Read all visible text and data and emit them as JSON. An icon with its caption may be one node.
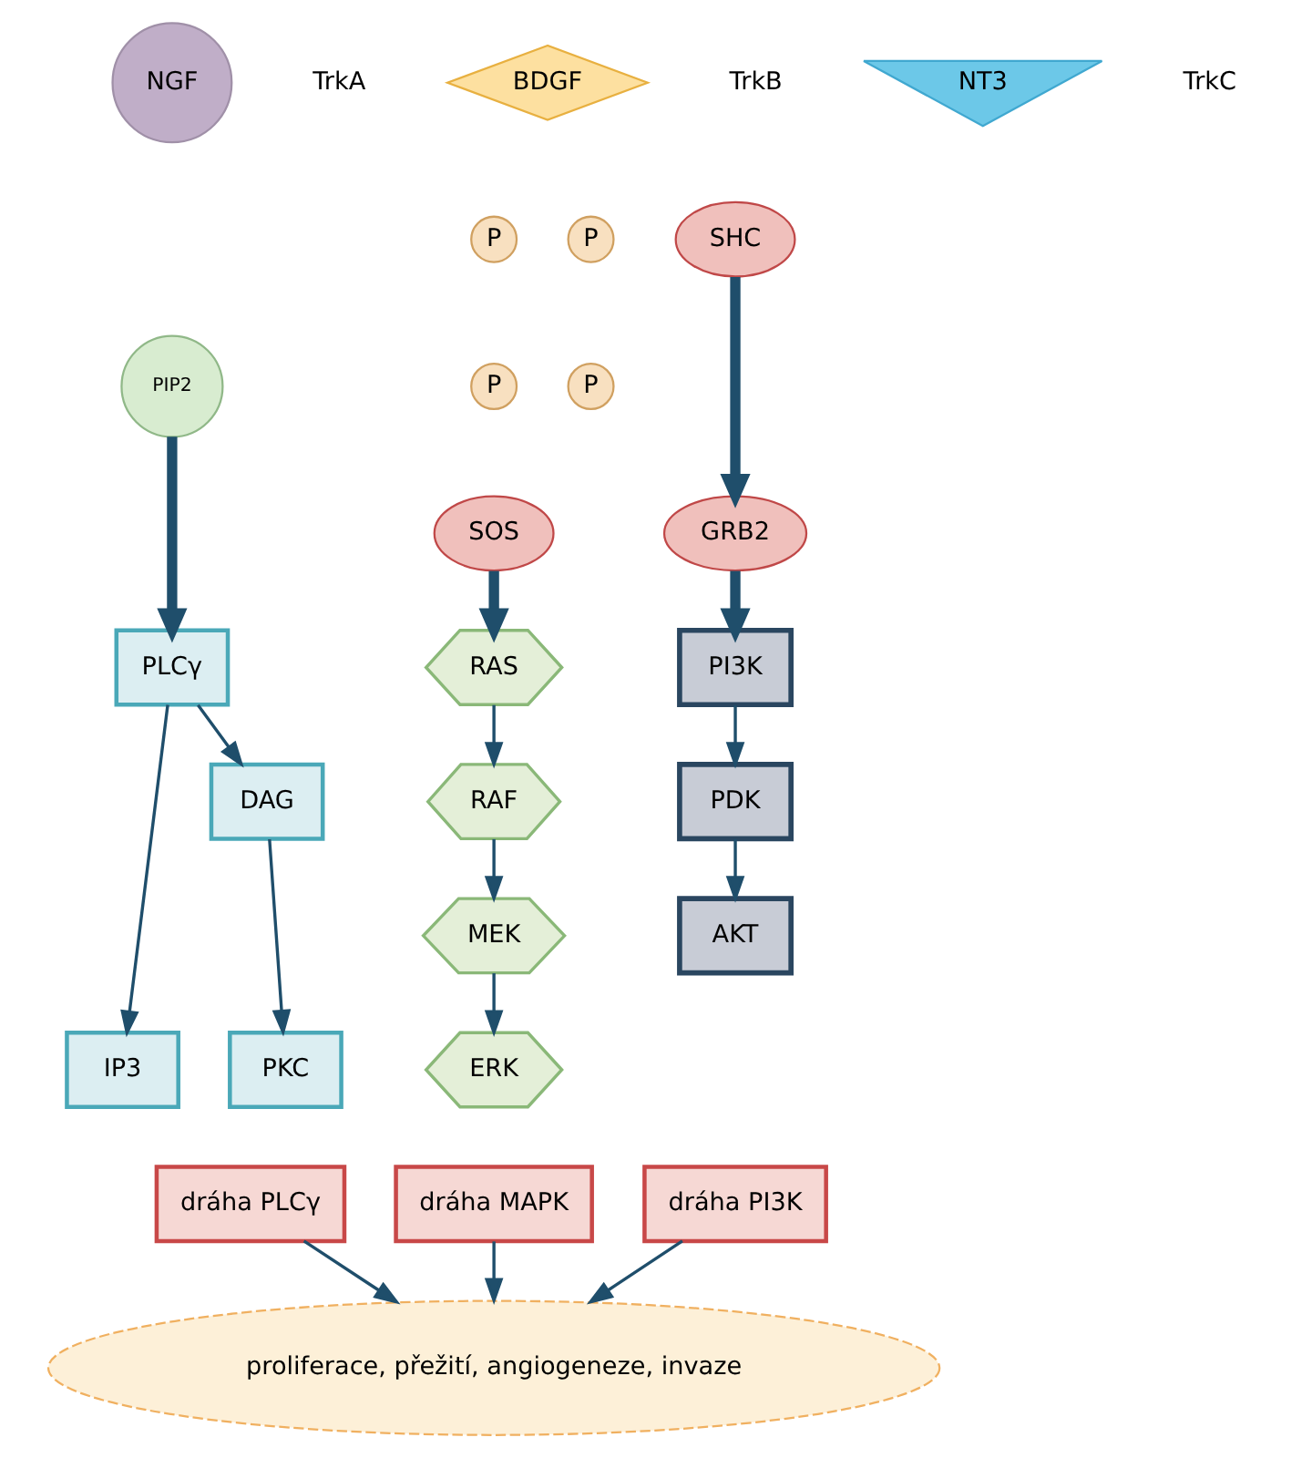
{
  "diagram": {
    "nodes": [
      {
        "text": [
          "NGF"
        ]
      },
      {
        "text": [
          "BDGF"
        ]
      },
      {
        "text": [
          "NT3"
        ]
      },
      {
        "text": [
          "PIP2"
        ]
      },
      {
        "text": [
          "P"
        ]
      },
      {
        "text": [
          "P"
        ]
      },
      {
        "text": [
          "P"
        ]
      },
      {
        "text": [
          "P"
        ]
      },
      {
        "text": [
          "SHC"
        ]
      },
      {
        "text": [
          "SOS"
        ]
      },
      {
        "text": [
          "GRB2"
        ]
      },
      {
        "text": [
          "PLCγ"
        ]
      },
      {
        "text": [
          "IP3"
        ]
      },
      {
        "text": [
          "DAG"
        ]
      },
      {
        "text": [
          "PKC"
        ]
      },
      {
        "text": [
          "RAS"
        ]
      },
      {
        "text": [
          "RAF"
        ]
      },
      {
        "text": [
          "MEK"
        ]
      },
      {
        "text": [
          "ERK"
        ]
      },
      {
        "text": [
          "PI3K"
        ]
      },
      {
        "text": [
          "PDK"
        ]
      },
      {
        "text": [
          "AKT"
        ]
      },
      {
        "text": [
          "dráha PLCγ"
        ]
      },
      {
        "text": [
          "dráha MAPK"
        ]
      },
      {
        "text": [
          "dráha PI3K"
        ]
      },
      {
        "text": [
          "proliferace, přežití, angiogeneze, invaze"
        ]
      }
    ],
    "edges": [
      {
        "from": 3,
        "to": 11,
        "arrow": "to",
        "style": "thick"
      },
      {
        "from": 8,
        "to": 10,
        "arrow": "to",
        "style": "thick"
      },
      {
        "from": 9,
        "to": 15,
        "arrow": "to",
        "style": "thick"
      },
      {
        "from": 10,
        "to": 19,
        "arrow": "to",
        "style": "thick"
      },
      {
        "from": 11,
        "to": 12,
        "arrow": "to"
      },
      {
        "from": 11,
        "to": 13,
        "arrow": "to"
      },
      {
        "from": 13,
        "to": 14,
        "arrow": "to"
      },
      {
        "from": 15,
        "to": 16,
        "arrow": "to"
      },
      {
        "from": 16,
        "to": 17,
        "arrow": "to"
      },
      {
        "from": 17,
        "to": 18,
        "arrow": "to"
      },
      {
        "from": 19,
        "to": 20,
        "arrow": "to"
      },
      {
        "from": 20,
        "to": 21,
        "arrow": "to"
      },
      {
        "from": 22,
        "to": 25,
        "arrow": "to"
      },
      {
        "from": 23,
        "to": 25,
        "arrow": "to"
      },
      {
        "from": 24,
        "to": 25,
        "arrow": "to"
      }
    ],
    "labels": [
      "TrkA",
      "TrkB",
      "TrkC"
    ]
  }
}
